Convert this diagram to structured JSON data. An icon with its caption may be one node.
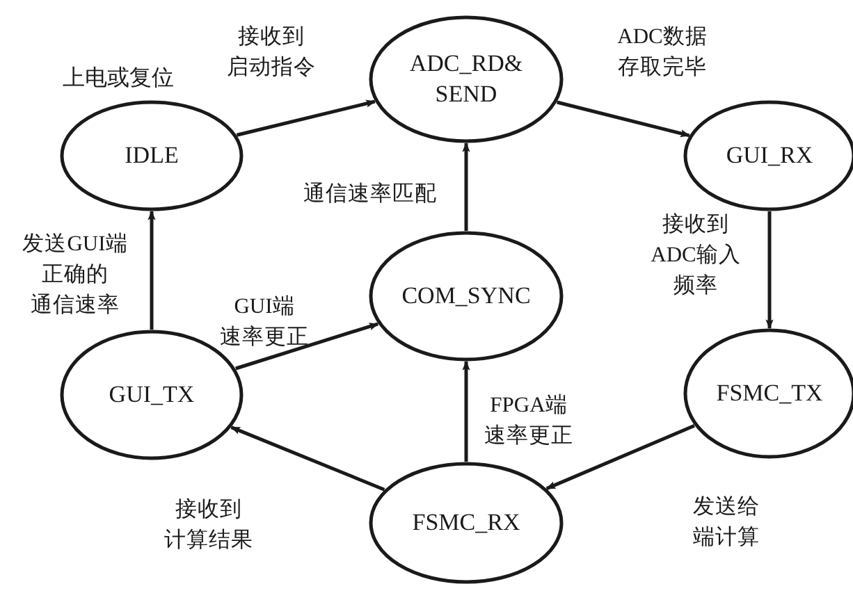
{
  "diagram": {
    "nodes": [
      {
        "text": [
          "ADC_RD& SEND"
        ]
      },
      {
        "text": [
          "IDLE"
        ],
        "beside": [
          "上电或复位"
        ]
      },
      {
        "text": [
          "GUI_RX"
        ]
      },
      {
        "text": [
          "COM_SYNC"
        ]
      },
      {
        "text": [
          "GUI_TX"
        ]
      },
      {
        "text": [
          "FSMC_TX"
        ]
      },
      {
        "text": [
          "FSMC_RX"
        ]
      }
    ],
    "edges": [
      {
        "from": 1,
        "to": 0,
        "arrow": "to",
        "label": "接收到启动指令"
      },
      {
        "from": 0,
        "to": 2,
        "arrow": "to",
        "label": "ADC数据存取完毕"
      },
      {
        "from": 2,
        "to": 5,
        "arrow": "to",
        "label": "接收到ADC输入频率"
      },
      {
        "from": 5,
        "to": 6,
        "arrow": "to",
        "label": "发送给端计算"
      },
      {
        "from": 6,
        "to": 3,
        "arrow": "to",
        "label": "FPGA端速率更正"
      },
      {
        "from": 6,
        "to": 4,
        "arrow": "to",
        "label": "接收到计算结果"
      },
      {
        "from": 4,
        "to": 3,
        "arrow": "to",
        "label": "GUI端速率更正"
      },
      {
        "from": 4,
        "to": 1,
        "arrow": "to",
        "label": "发送GUI端正确的通信速率"
      },
      {
        "from": 3,
        "to": 0,
        "arrow": "to",
        "label": "通信速率匹配"
      }
    ]
  }
}
